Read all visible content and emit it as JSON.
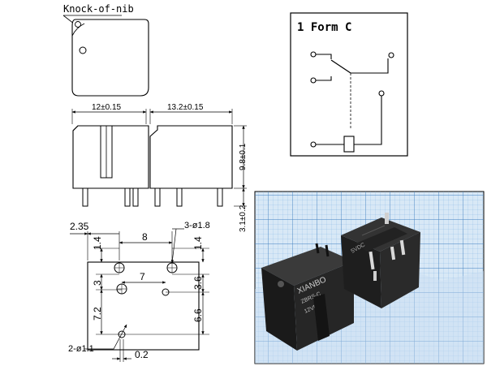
{
  "labels": {
    "knock_of_nib": "Knock-of-nib",
    "form_c": "1 Form C"
  },
  "dims": {
    "width_12": "12±0.15",
    "width_13_2": "13.2±0.15",
    "height_9_8": "9.8±0.1",
    "pin_3_1": "3.1±0.2",
    "d_2_35": "2.35",
    "d_8": "8",
    "d_1_4_left": "1.4",
    "d_1_4_right": "1.4",
    "d_3": "3",
    "d_7": "7",
    "d_3_6": "3.6",
    "d_7_2": "7.2",
    "d_6_6": "6.6",
    "d_0_2": "0.2",
    "holes_3": "3-ø1.8",
    "holes_2": "2-ø1.1"
  },
  "photo": {
    "relay_text_brand": "XIANBO",
    "relay_text_model": "ZBRS-C",
    "relay_text_rating": "12VDC",
    "relay_text_volt": "5VDC"
  }
}
